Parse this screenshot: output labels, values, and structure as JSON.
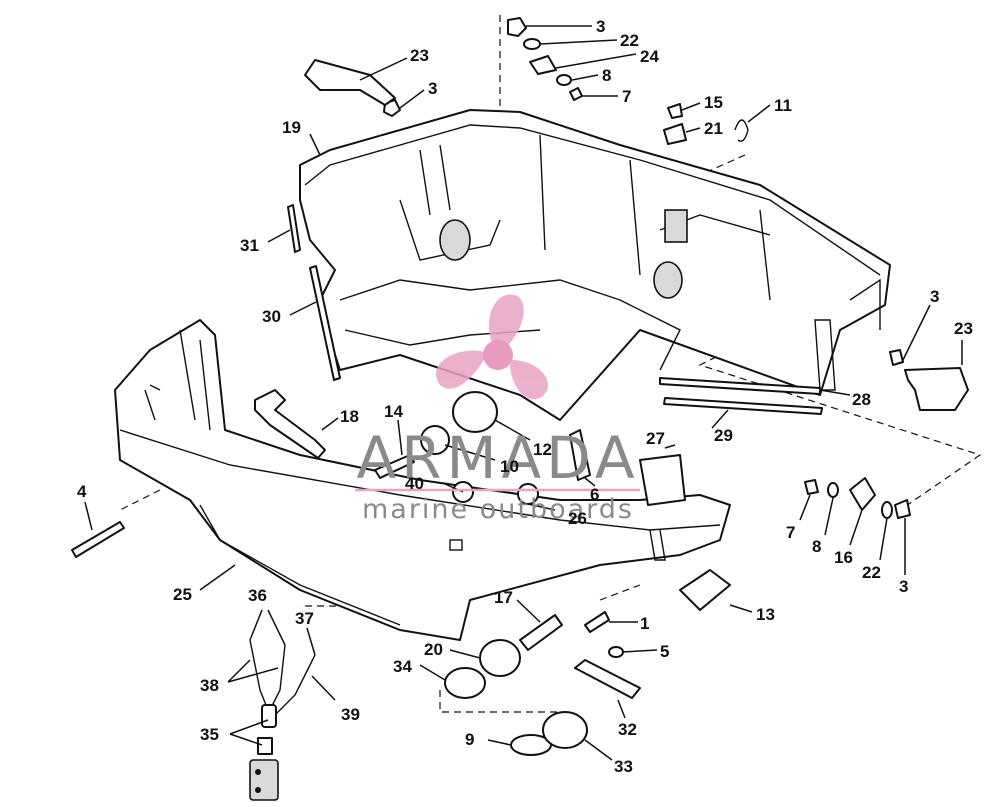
{
  "diagram": {
    "callouts": [
      {
        "id": "c3a",
        "text": "3"
      },
      {
        "id": "c22a",
        "text": "22"
      },
      {
        "id": "c24",
        "text": "24"
      },
      {
        "id": "c8a",
        "text": "8"
      },
      {
        "id": "c7a",
        "text": "7"
      },
      {
        "id": "c23a",
        "text": "23"
      },
      {
        "id": "c3b",
        "text": "3"
      },
      {
        "id": "c15",
        "text": "15"
      },
      {
        "id": "c11",
        "text": "11"
      },
      {
        "id": "c21",
        "text": "21"
      },
      {
        "id": "c19",
        "text": "19"
      },
      {
        "id": "c31",
        "text": "31"
      },
      {
        "id": "c30",
        "text": "30"
      },
      {
        "id": "c3c",
        "text": "3"
      },
      {
        "id": "c23b",
        "text": "23"
      },
      {
        "id": "c28",
        "text": "28"
      },
      {
        "id": "c29",
        "text": "29"
      },
      {
        "id": "c18",
        "text": "18"
      },
      {
        "id": "c14",
        "text": "14"
      },
      {
        "id": "c12",
        "text": "12"
      },
      {
        "id": "c10",
        "text": "10"
      },
      {
        "id": "c27",
        "text": "27"
      },
      {
        "id": "c40",
        "text": "40"
      },
      {
        "id": "c6",
        "text": "6"
      },
      {
        "id": "c26",
        "text": "26"
      },
      {
        "id": "c4",
        "text": "4"
      },
      {
        "id": "c7b",
        "text": "7"
      },
      {
        "id": "c8b",
        "text": "8"
      },
      {
        "id": "c16",
        "text": "16"
      },
      {
        "id": "c22b",
        "text": "22"
      },
      {
        "id": "c3d",
        "text": "3"
      },
      {
        "id": "c25",
        "text": "25"
      },
      {
        "id": "c36",
        "text": "36"
      },
      {
        "id": "c37",
        "text": "37"
      },
      {
        "id": "c38",
        "text": "38"
      },
      {
        "id": "c39",
        "text": "39"
      },
      {
        "id": "c35",
        "text": "35"
      },
      {
        "id": "c17",
        "text": "17"
      },
      {
        "id": "c1",
        "text": "1"
      },
      {
        "id": "c13",
        "text": "13"
      },
      {
        "id": "c5",
        "text": "5"
      },
      {
        "id": "c20",
        "text": "20"
      },
      {
        "id": "c34",
        "text": "34"
      },
      {
        "id": "c32",
        "text": "32"
      },
      {
        "id": "c9",
        "text": "9"
      },
      {
        "id": "c33",
        "text": "33"
      }
    ]
  },
  "watermark": {
    "brand": "ARMADA",
    "tagline": "marine outboards",
    "color": "#e8a4c4"
  }
}
